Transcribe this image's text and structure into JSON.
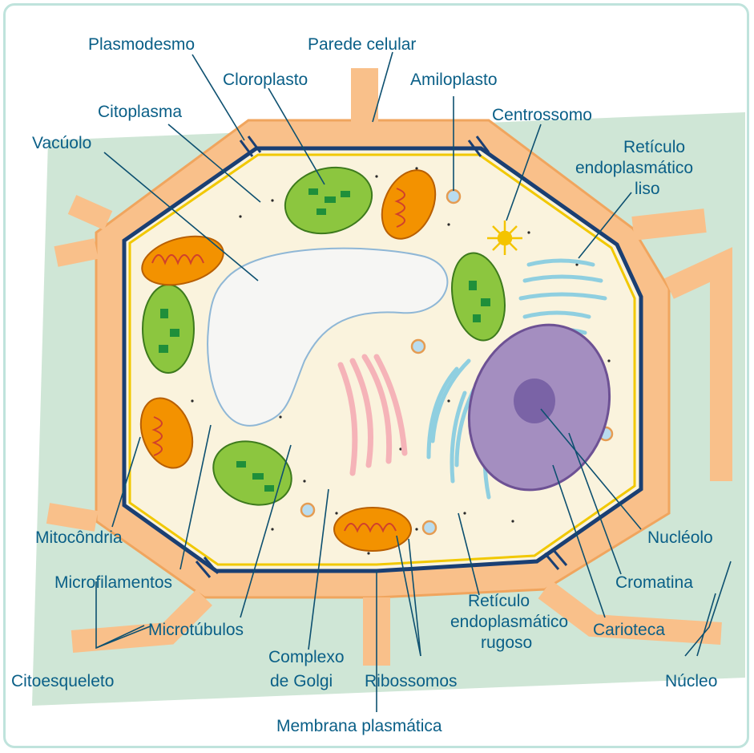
{
  "labels": {
    "plasmodesmo": "Plasmodesmo",
    "parede_celular": "Parede celular",
    "cloroplasto": "Cloroplasto",
    "amiloplasto": "Amiloplasto",
    "citoplasma": "Citoplasma",
    "centrossomo": "Centrossomo",
    "vacuolo": "Vacúolo",
    "reticulo_liso_1": "Retículo",
    "reticulo_liso_2": "endoplasmático",
    "reticulo_liso_3": "liso",
    "mitocondria": "Mitocôndria",
    "microfilamentos": "Microfilamentos",
    "microtubulos": "Microtúbulos",
    "citoesqueleto": "Citoesqueleto",
    "complexo_golgi_1": "Complexo",
    "complexo_golgi_2": "de Golgi",
    "ribossomos": "Ribossomos",
    "membrana_plasmatica": "Membrana plasmática",
    "reticulo_rugoso_1": "Retículo",
    "reticulo_rugoso_2": "endoplasmático",
    "reticulo_rugoso_3": "rugoso",
    "nucleolo": "Nucléolo",
    "cromatina": "Cromatina",
    "carioteca": "Carioteca",
    "nucleo": "Núcleo"
  },
  "colors": {
    "label_text": "#0a5f87",
    "background_panel": "#cfe6d6",
    "cell_wall": "#f9c08a",
    "membrane": "#f1c800",
    "cytoplasm": "#faf3dd",
    "vacuole": "#f6f6f4",
    "chloroplast": "#8cc63f",
    "mitochondria": "#f39200",
    "nucleus": "#a48ec0",
    "golgi": "#f5b3b8",
    "reticulum": "#8fcfe0"
  }
}
